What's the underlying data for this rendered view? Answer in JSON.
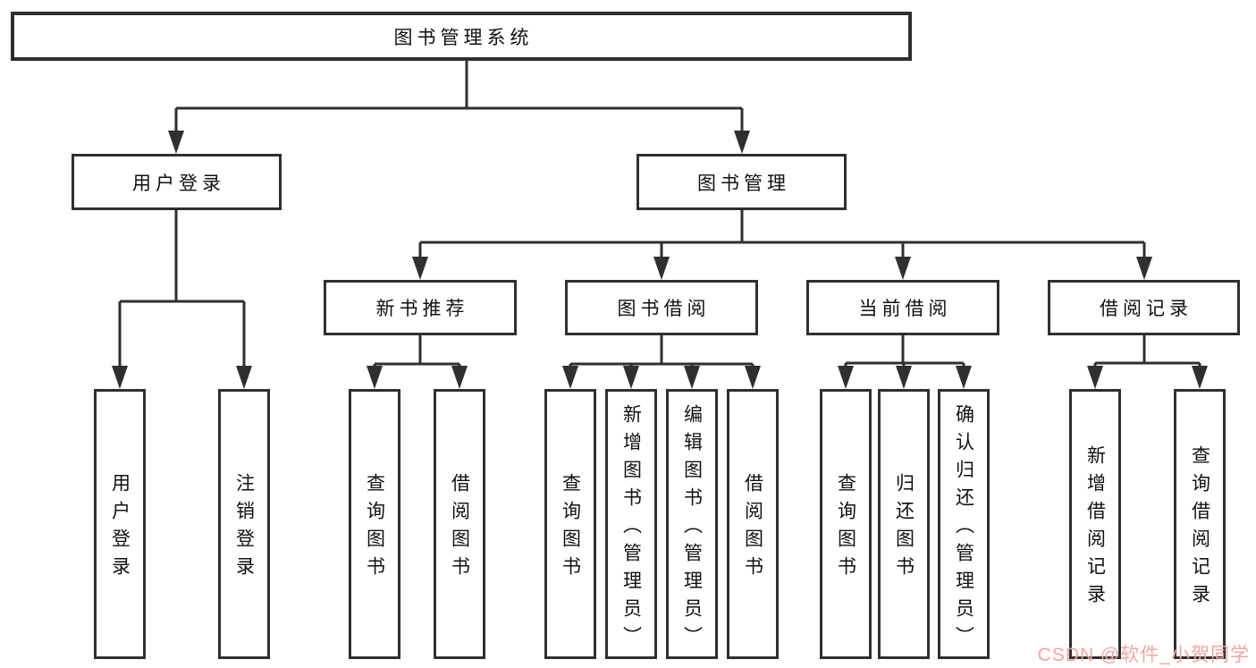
{
  "colors": {
    "line": "#2f2f2f",
    "text": "#111111",
    "watermark": "#f2a5a0",
    "background": "#ffffff"
  },
  "watermark": {
    "text": "CSDN @软件_小贺同学"
  },
  "tree": {
    "root": "图书管理系统",
    "children": [
      {
        "label": "用户登录",
        "children": [
          {
            "label": "用户登录"
          },
          {
            "label": "注销登录"
          }
        ]
      },
      {
        "label": "图书管理",
        "children": [
          {
            "label": "新书推荐",
            "children": [
              {
                "label": "查询图书"
              },
              {
                "label": "借阅图书"
              }
            ]
          },
          {
            "label": "图书借阅",
            "children": [
              {
                "label": "查询图书"
              },
              {
                "label": "新增图书（管理员）"
              },
              {
                "label": "编辑图书（管理员）"
              },
              {
                "label": "借阅图书"
              }
            ]
          },
          {
            "label": "当前借阅",
            "children": [
              {
                "label": "查询图书"
              },
              {
                "label": "归还图书"
              },
              {
                "label": "确认归还（管理员）"
              }
            ]
          },
          {
            "label": "借阅记录",
            "children": [
              {
                "label": "新增借阅记录"
              },
              {
                "label": "查询借阅记录"
              }
            ]
          }
        ]
      }
    ]
  }
}
